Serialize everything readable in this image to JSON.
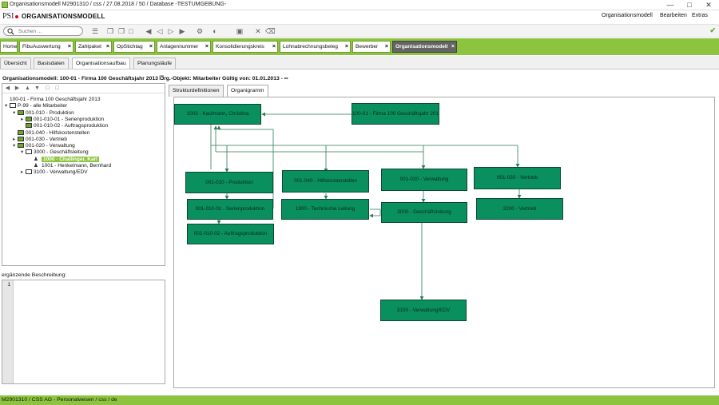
{
  "window": {
    "title": "Organisationsmodell M2901310 / css / 27.08.2018 / 50 / Database -TESTUMGEBUNG-",
    "minimize": "—",
    "maximize": "□",
    "close": "✕"
  },
  "brand": {
    "logo_text": "PSI",
    "app_name": "ORGANISATIONSMODELL",
    "menu": [
      "Organisationsmodell",
      "Bearbeiten",
      "Extras"
    ]
  },
  "toolbar": {
    "search_placeholder": "Suchen ..."
  },
  "tabs": [
    {
      "label": "Home",
      "closable": false
    },
    {
      "label": "FibuAuswertung",
      "closable": true
    },
    {
      "label": "Zahlpaket",
      "closable": true
    },
    {
      "label": "OpStichtag",
      "closable": true
    },
    {
      "label": "Anlagennummer",
      "closable": true
    },
    {
      "label": "Konsolidierungskreis",
      "closable": true
    },
    {
      "label": "Lohnabrechnungsbeleg",
      "closable": true
    },
    {
      "label": "Bewerber",
      "closable": true
    },
    {
      "label": "Organisationsmodell",
      "closable": true,
      "active": true
    }
  ],
  "subtabs": [
    "Übersicht",
    "Basisdaten",
    "Organisationsaufbau",
    "Planungsläufe"
  ],
  "active_subtab": "Organisationsaufbau",
  "path_line": "Organisationsmodell: 100-01 - Firma 100 Geschäftsjahr 2013 Org.-Objekt: Mitarbeiter Gültig von: 01.01.2013 - ∞",
  "tree": [
    {
      "label": "100-01 - Firma 100 Geschäftsjahr 2013",
      "level": 0,
      "arrow": "",
      "icon": "none"
    },
    {
      "label": "P-99 - alle Mitarbeiter",
      "level": 0,
      "arrow": "▾",
      "icon": "white"
    },
    {
      "label": "001-010 - Produktion",
      "level": 1,
      "arrow": "▾",
      "icon": "green"
    },
    {
      "label": "001-010-01 - Serienproduktion",
      "level": 2,
      "arrow": "▸",
      "icon": "green"
    },
    {
      "label": "001-010-02 - Auftragsproduktion",
      "level": 2,
      "arrow": "",
      "icon": "green"
    },
    {
      "label": "001-040 - Hilfskostenstellen",
      "level": 1,
      "arrow": "",
      "icon": "green"
    },
    {
      "label": "001-030 - Vertrieb",
      "level": 1,
      "arrow": "▸",
      "icon": "green"
    },
    {
      "label": "001-020 - Verwaltung",
      "level": 1,
      "arrow": "▾",
      "icon": "green"
    },
    {
      "label": "3000 - Geschäftsleitung",
      "level": 2,
      "arrow": "▾",
      "icon": "white"
    },
    {
      "label": "1000 - Challinger, Karl",
      "level": 3,
      "arrow": "",
      "icon": "person",
      "selected": true
    },
    {
      "label": "1001 - Henkelmann, Bernhard",
      "level": 3,
      "arrow": "",
      "icon": "person"
    },
    {
      "label": "3100 - Verwaltung/EDV",
      "level": 2,
      "arrow": "▸",
      "icon": "white"
    }
  ],
  "description": {
    "label": "ergänzende Beschreibung:",
    "line_number": "1"
  },
  "inner_tabs": [
    "Strukturdefinitionen",
    "Organigramm"
  ],
  "active_inner_tab": "Organigramm",
  "org_boxes": [
    {
      "id": "b1003",
      "label": "1003 - Kaufmann, Christina"
    },
    {
      "id": "b100",
      "label": "100-01 - Firma 100 Geschäftsjahr 2013"
    },
    {
      "id": "b010",
      "label": "001-010 - Produktion"
    },
    {
      "id": "b040",
      "label": "001-040 - Hilfskostenstellen"
    },
    {
      "id": "b020",
      "label": "001-020 - Verwaltung"
    },
    {
      "id": "b030",
      "label": "001-030 - Vertrieb"
    },
    {
      "id": "b01001",
      "label": "001-010-01 - Serienproduktion"
    },
    {
      "id": "b1900",
      "label": "1900 - Technische Leitung"
    },
    {
      "id": "b3000",
      "label": "3000 - Geschäftsleitung"
    },
    {
      "id": "b3200",
      "label": "3200 - Vertrieb"
    },
    {
      "id": "b01002",
      "label": "001-010-02 - Auftragsproduktion"
    },
    {
      "id": "b3100",
      "label": "3100 - Verwaltung/EDV"
    }
  ],
  "colors": {
    "accent_green": "#8dc43f",
    "org_box_green": "#0a8f5e",
    "active_tab": "#646464"
  },
  "status_bar": "M2901310 / CSS AG - Personalwesen / css / de"
}
